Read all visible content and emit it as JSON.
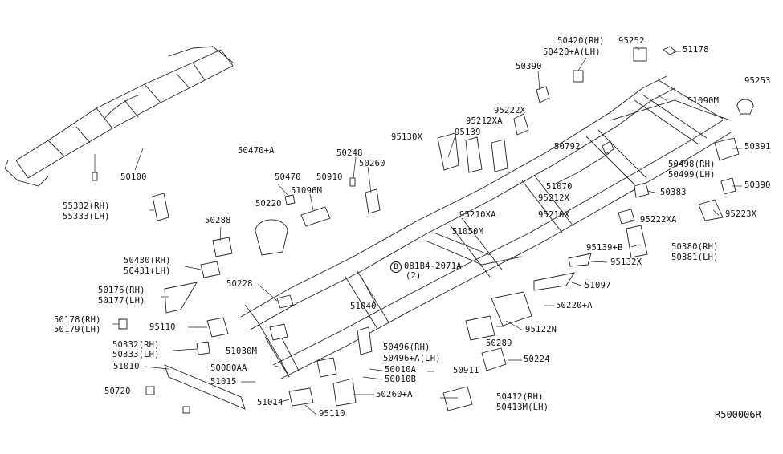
{
  "diagram_code": "R500006R",
  "bolt_note": {
    "symbol": "B",
    "part": "081B4-2071A",
    "qty": "(2)"
  },
  "labels": [
    {
      "id": "50420",
      "text": "50420(RH)"
    },
    {
      "id": "95252",
      "text": "95252"
    },
    {
      "id": "50420a",
      "text": "50420+A(LH)"
    },
    {
      "id": "51178",
      "text": "51178"
    },
    {
      "id": "50390top",
      "text": "50390"
    },
    {
      "id": "95253",
      "text": "95253"
    },
    {
      "id": "51090M",
      "text": "51090M"
    },
    {
      "id": "95222X",
      "text": "95222X"
    },
    {
      "id": "95212XA",
      "text": "95212XA"
    },
    {
      "id": "95130X",
      "text": "95130X"
    },
    {
      "id": "95139",
      "text": "95139"
    },
    {
      "id": "50792",
      "text": "50792"
    },
    {
      "id": "50391",
      "text": "50391"
    },
    {
      "id": "50498",
      "text": "50498(RH)"
    },
    {
      "id": "50499",
      "text": "50499(LH)"
    },
    {
      "id": "50390r",
      "text": "50390"
    },
    {
      "id": "51070",
      "text": "51070"
    },
    {
      "id": "95212X",
      "text": "95212X"
    },
    {
      "id": "50383",
      "text": "50383"
    },
    {
      "id": "95210XA",
      "text": "95210XA"
    },
    {
      "id": "95210X",
      "text": "95210X"
    },
    {
      "id": "95222XA",
      "text": "95222XA"
    },
    {
      "id": "95223X",
      "text": "95223X"
    },
    {
      "id": "50100",
      "text": "50100"
    },
    {
      "id": "50470a",
      "text": "50470+A"
    },
    {
      "id": "50248",
      "text": "50248"
    },
    {
      "id": "50470",
      "text": "50470"
    },
    {
      "id": "50910",
      "text": "50910"
    },
    {
      "id": "50260",
      "text": "50260"
    },
    {
      "id": "51096M",
      "text": "51096M"
    },
    {
      "id": "55332",
      "text": "55332(RH)"
    },
    {
      "id": "55333",
      "text": "55333(LH)"
    },
    {
      "id": "50220",
      "text": "50220"
    },
    {
      "id": "50288",
      "text": "50288"
    },
    {
      "id": "51050M",
      "text": "51050M"
    },
    {
      "id": "95139b",
      "text": "95139+B"
    },
    {
      "id": "50380",
      "text": "50380(RH)"
    },
    {
      "id": "50381",
      "text": "50381(LH)"
    },
    {
      "id": "95132X",
      "text": "95132X"
    },
    {
      "id": "50430",
      "text": "50430(RH)"
    },
    {
      "id": "50431",
      "text": "50431(LH)"
    },
    {
      "id": "51097",
      "text": "51097"
    },
    {
      "id": "50228",
      "text": "50228"
    },
    {
      "id": "50176",
      "text": "50176(RH)"
    },
    {
      "id": "50177",
      "text": "50177(LH)"
    },
    {
      "id": "51040",
      "text": "51040"
    },
    {
      "id": "50220a",
      "text": "50220+A"
    },
    {
      "id": "50178",
      "text": "50178(RH)"
    },
    {
      "id": "50179",
      "text": "50179(LH)"
    },
    {
      "id": "95110a",
      "text": "95110"
    },
    {
      "id": "95122N",
      "text": "95122N"
    },
    {
      "id": "50332",
      "text": "50332(RH)"
    },
    {
      "id": "50333",
      "text": "50333(LH)"
    },
    {
      "id": "51030M",
      "text": "51030M"
    },
    {
      "id": "50496",
      "text": "50496(RH)"
    },
    {
      "id": "50496a",
      "text": "50496+A(LH)"
    },
    {
      "id": "50289",
      "text": "50289"
    },
    {
      "id": "51010",
      "text": "51010"
    },
    {
      "id": "50080AA",
      "text": "50080AA"
    },
    {
      "id": "50010A",
      "text": "50010A"
    },
    {
      "id": "50224",
      "text": "50224"
    },
    {
      "id": "50911",
      "text": "50911"
    },
    {
      "id": "50010B",
      "text": "50010B"
    },
    {
      "id": "51015",
      "text": "51015"
    },
    {
      "id": "50720",
      "text": "50720"
    },
    {
      "id": "50260a",
      "text": "50260+A"
    },
    {
      "id": "51014",
      "text": "51014"
    },
    {
      "id": "50412",
      "text": "50412(RH)"
    },
    {
      "id": "50413M",
      "text": "50413M(LH)"
    },
    {
      "id": "95110b",
      "text": "95110"
    }
  ]
}
